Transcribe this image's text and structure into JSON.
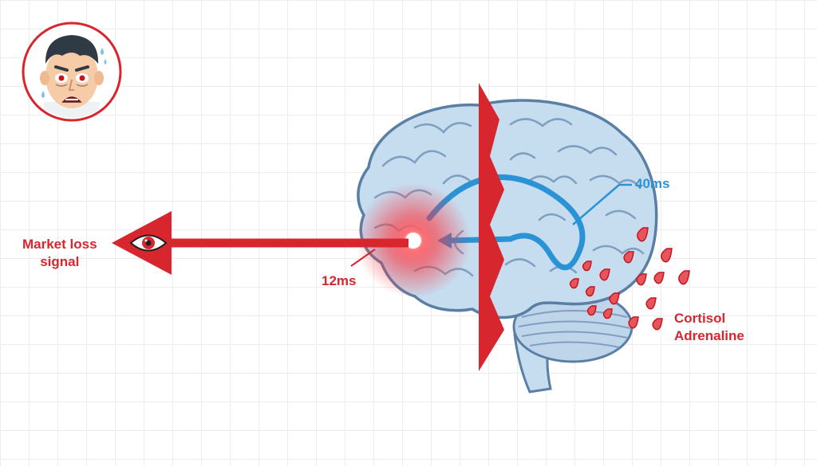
{
  "labels": {
    "signal_line1": "Market loss",
    "signal_line2": "signal",
    "fast_path_time": "12ms",
    "slow_path_time": "40ms",
    "hormone_line1": "Cortisol",
    "hormone_line2": "Adrenaline"
  },
  "icons": {
    "avatar": "stressed-face-icon",
    "eye": "eye-icon",
    "brain": "brain-icon",
    "droplets": "hormone-droplet-icon"
  },
  "colors": {
    "red": "#d7262e",
    "blue": "#2a93d5",
    "brain_fill": "#c6dcef",
    "brain_stroke": "#5a7fa5"
  }
}
